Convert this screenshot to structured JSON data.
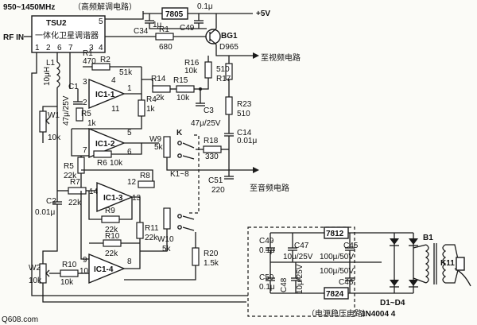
{
  "header": {
    "freq_label": "950~1450MHz",
    "freq_paren": "（高频解调电路）"
  },
  "tuner": {
    "name": "TSU2",
    "desc": "一体化卫星调谐器",
    "input": "RF IN",
    "pins": [
      "1",
      "2",
      "6",
      "7",
      "3",
      "4",
      "5"
    ]
  },
  "regulator_top": {
    "name": "7805"
  },
  "rails": {
    "plus5v": "+5V"
  },
  "components": {
    "C34": "C34",
    "C34_val": "1μ",
    "C49t": "C49",
    "C49t_val": "0.1μ",
    "R1t": "R1",
    "R1t_val": "680",
    "BG1": "BG1",
    "BG1_val": "D965",
    "L1": "L1",
    "L1_val": "10μH",
    "R1": "R1",
    "R1_val": "470",
    "R2": "R2",
    "R2_val": "51k",
    "C1": "C1",
    "C1_val": "47μ/25V",
    "R5": "R5",
    "R5_val": "1k",
    "R4": "R4",
    "R4_val": "1k",
    "R14": "R14",
    "R14_val": "2k",
    "R15": "R15",
    "R15_val": "10k",
    "R16": "R16",
    "R16_val": "10k",
    "R17": "R17",
    "R17_val": "510",
    "C3": "C3",
    "C3_val": "47μ/25V",
    "R23": "R23",
    "R23_val": "510",
    "C14": "C14",
    "C14_val": "0.01μ",
    "W1": "W1",
    "W1_val": "10k",
    "W9": "W9",
    "W9_val": "5k",
    "K": "K",
    "R18": "R18",
    "R18_val": "330",
    "R6": "R6",
    "R6_val": "10k",
    "R5b": "R5",
    "R5b_val": "22k",
    "K18": "K1~8",
    "C51": "C51",
    "C51_val": "220",
    "C2": "C2",
    "C2_val": "0.01μ",
    "R7": "R7",
    "R7_val": "22k",
    "R8": "R8",
    "R9": "R9",
    "R9_val": "22k",
    "R11": "R11",
    "R11_val": "22k",
    "R10a": "R10",
    "R10a_val": "22k",
    "W10": "W10",
    "W10_val": "5k",
    "R20": "R20",
    "R20_val": "1.5k",
    "W2": "W2",
    "W2_val": "10k",
    "R10b": "R10",
    "R10b_val": "10k",
    "C49b": "C49",
    "C49b_val": "0.1μ",
    "C47": "C47",
    "C47_val": "10μ/25V",
    "C45": "C45",
    "C45_val": "100μ/50V",
    "C50": "C50",
    "C50_val": "0.1μ",
    "C48": "C48",
    "C48_val": "10μ/25V",
    "C46": "C46",
    "C46_val": "100μ/50V",
    "B1": "B1",
    "K11": "K11"
  },
  "opamps": {
    "ic1_1": "IC1-1",
    "ic1_2": "IC1-2",
    "ic1_3": "IC1-3",
    "ic1_4": "IC1-4"
  },
  "pin_numbers": {
    "p3": "3",
    "p2": "2",
    "p1": "1",
    "p4": "4",
    "p11": "11",
    "p7": "7",
    "p5": "5",
    "p6": "6",
    "p12": "12",
    "p14": "14",
    "p13": "13",
    "p9": "9",
    "p10": "10",
    "p8": "8"
  },
  "outputs": {
    "video": "至视频电路",
    "audio": "至音频电路"
  },
  "power": {
    "reg_pos": "7812",
    "reg_neg": "7824",
    "caption": "（电源稳压电路）",
    "diodes": "D1~D4",
    "diode_part": "1N4004 4"
  },
  "watermark": "Q608.com"
}
